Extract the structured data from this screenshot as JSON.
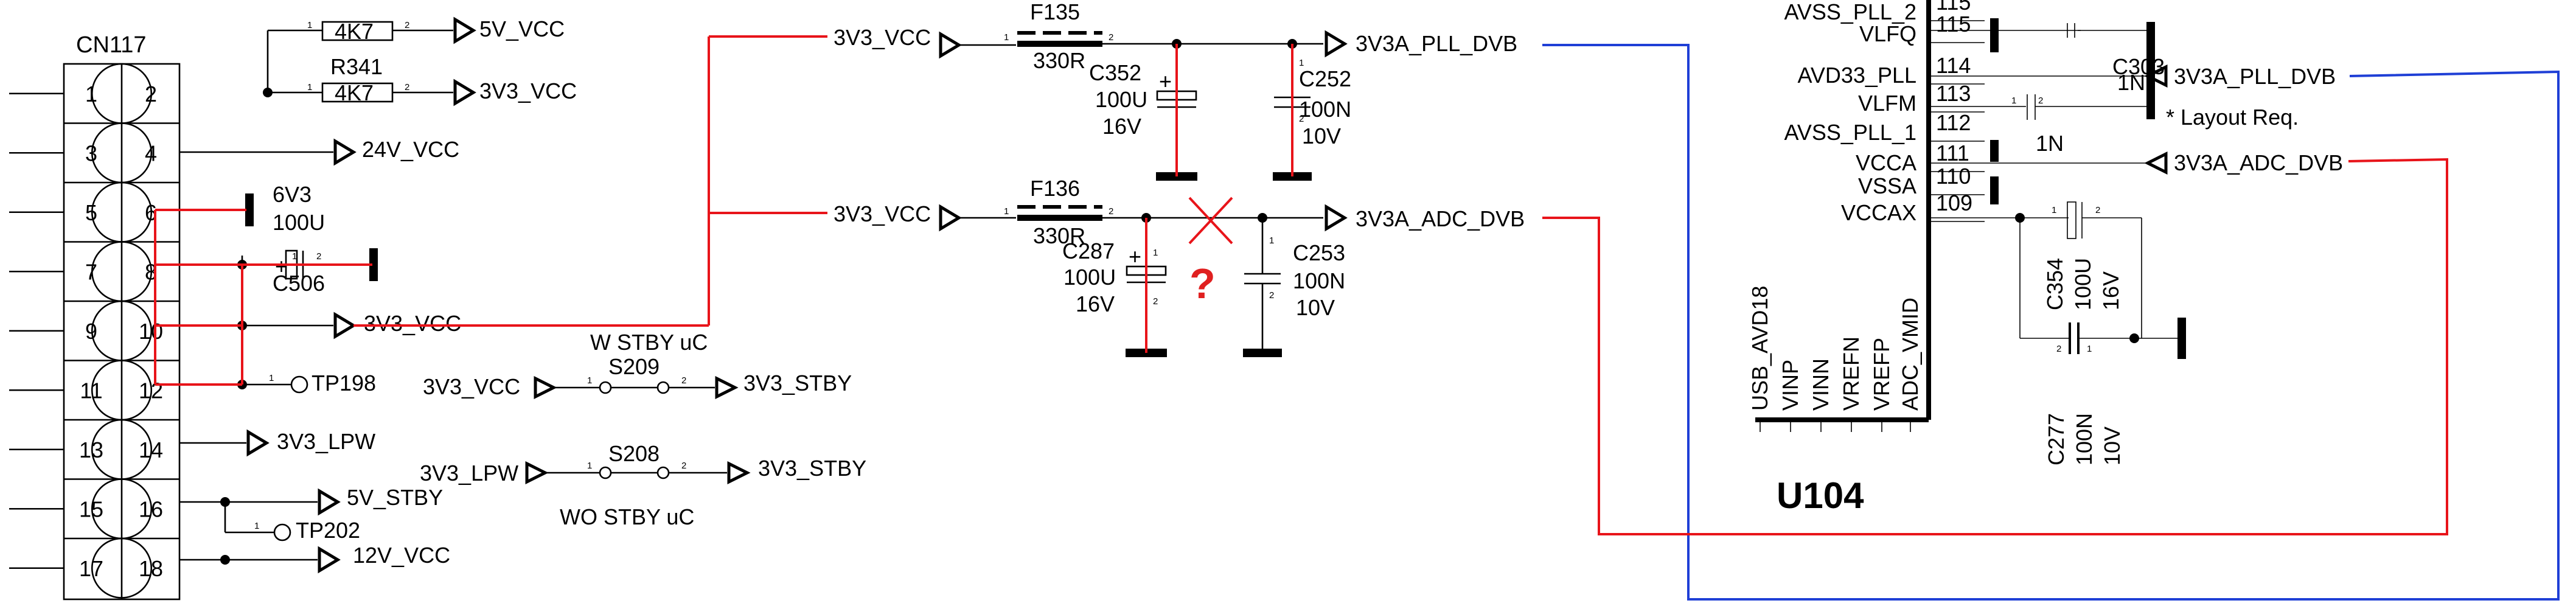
{
  "connector": {
    "ref": "CN117",
    "pins": [
      [
        "1",
        "2"
      ],
      [
        "3",
        "4"
      ],
      [
        "5",
        "6"
      ],
      [
        "7",
        "8"
      ],
      [
        "9",
        "10"
      ],
      [
        "11",
        "12"
      ],
      [
        "13",
        "14"
      ],
      [
        "15",
        "16"
      ],
      [
        "17",
        "18"
      ]
    ]
  },
  "pullups": {
    "r_top_value": "4K7",
    "r_top_net": "5V_VCC",
    "r_bottom_ref": "R341",
    "r_bottom_value": "4K7",
    "r_bottom_net": "3V3_VCC",
    "pin_1": "1",
    "pin_2": "2"
  },
  "left_nets": {
    "pin4": "24V_VCC",
    "cap_6v3": "6V3",
    "cap_100u": "100U",
    "c506": "C506",
    "pin10": "3V3_VCC",
    "tp198": "TP198",
    "pin14": "3V3_LPW",
    "pin16": "5V_STBY",
    "tp202": "TP202",
    "pin18": "12V_VCC",
    "pin_1": "1",
    "pin_2": "2"
  },
  "switches": {
    "s209_title": "W STBY uC",
    "s209_ref": "S209",
    "s209_in": "3V3_VCC",
    "s209_out": "3V3_STBY",
    "s208_ref": "S208",
    "s208_in": "3V3_LPW",
    "s208_out": "3V3_STBY",
    "s208_title": "WO STBY uC",
    "pin_1": "1",
    "pin_2": "2"
  },
  "filter_pll": {
    "in_net": "3V3_VCC",
    "ferrite_ref": "F135",
    "ferrite_value": "330R",
    "c352_ref": "C352",
    "c352_value": "100U",
    "c352_voltage": "16V",
    "c252_ref": "C252",
    "c252_value": "100N",
    "c252_voltage": "10V",
    "out_net": "3V3A_PLL_DVB",
    "pin_1": "1",
    "pin_2": "2"
  },
  "filter_adc": {
    "in_net": "3V3_VCC",
    "ferrite_ref": "F136",
    "ferrite_value": "330R",
    "c287_ref": "C287",
    "c287_value": "100U",
    "c287_voltage": "16V",
    "c253_ref": "C253",
    "c253_value": "100N",
    "c253_voltage": "10V",
    "out_net": "3V3A_ADC_DVB",
    "mark": "?",
    "pin_1": "1",
    "pin_2": "2"
  },
  "ic": {
    "ref": "U104",
    "pins_right": [
      {
        "name": "AVSS_PLL_2",
        "num": "115"
      },
      {
        "name": "VLFQ",
        "num": "115"
      },
      {
        "name": "AVD33_PLL",
        "num": "114"
      },
      {
        "name": "VLFM",
        "num": "113"
      },
      {
        "name": "AVSS_PLL_1",
        "num": "112"
      },
      {
        "name": "VCCA",
        "num": "111"
      },
      {
        "name": "VSSA",
        "num": "110"
      },
      {
        "name": "VCCAX",
        "num": "109"
      }
    ],
    "pins_bottom": [
      "USB_AVD18",
      "VINP",
      "VINN",
      "VREFN",
      "VREFP",
      "ADC_VMID"
    ],
    "c303_ref": "C303",
    "c303_value": "1N",
    "c_vlfm_value": "1N",
    "layout_note": "* Layout Req.",
    "pll_net": "3V3A_PLL_DVB",
    "adc_net": "3V3A_ADC_DVB",
    "c354_ref": "C354",
    "c354_value": "100U",
    "c354_voltage": "16V",
    "c277_ref": "C277",
    "c277_value": "100N",
    "c277_voltage": "10V",
    "pin_1": "1",
    "pin_2": "2"
  }
}
